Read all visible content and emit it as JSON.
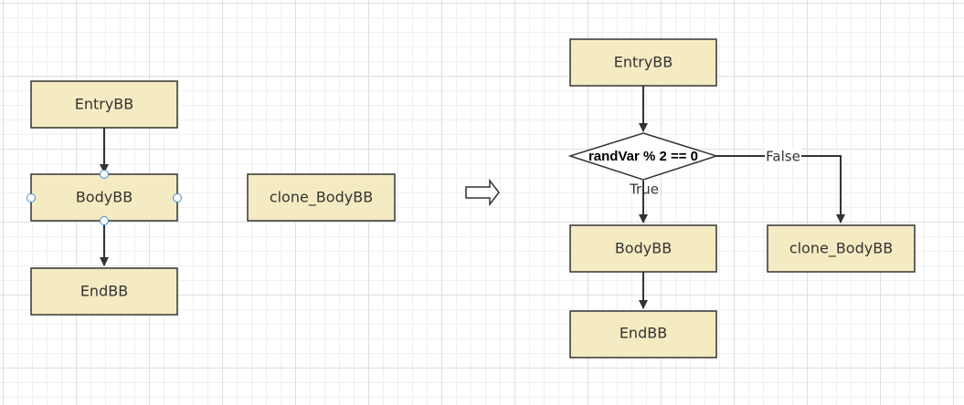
{
  "colors": {
    "node_fill": "#f5ebc2",
    "node_stroke": "#333333",
    "edge": "#333333",
    "handle": "#3d8fd1"
  },
  "before": {
    "entry": "EntryBB",
    "body": "BodyBB",
    "end": "EndBB",
    "clone": "clone_BodyBB"
  },
  "transform_arrow_icon": "right-outline-arrow-icon",
  "after": {
    "entry": "EntryBB",
    "condition": "randVar % 2 == 0",
    "true_label": "True",
    "false_label": "False",
    "body": "BodyBB",
    "end": "EndBB",
    "clone": "clone_BodyBB"
  }
}
